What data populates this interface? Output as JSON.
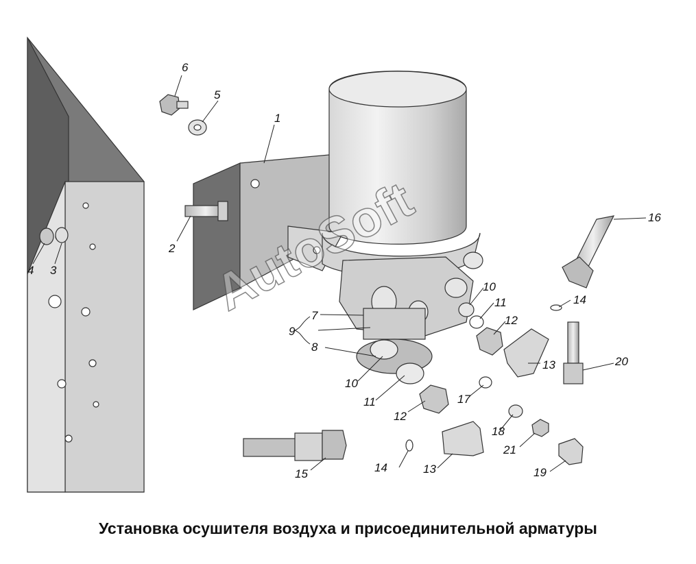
{
  "caption": "Установка осушителя воздуха и присоединительной арматуры",
  "watermark": "AutoSoft",
  "callouts": {
    "c1": "1",
    "c2": "2",
    "c3": "3",
    "c4": "4",
    "c5": "5",
    "c6": "6",
    "c7": "7",
    "c8": "8",
    "c9": "9",
    "c10a": "10",
    "c10b": "10",
    "c11a": "11",
    "c11b": "11",
    "c12a": "12",
    "c12b": "12",
    "c13a": "13",
    "c13b": "13",
    "c14a": "14",
    "c14b": "14",
    "c15": "15",
    "c16": "16",
    "c17": "17",
    "c18": "18",
    "c19": "19",
    "c20": "20",
    "c21": "21"
  },
  "colors": {
    "metal_light": "#ececec",
    "metal_mid": "#c9c9c9",
    "metal_dark": "#8a8a8a",
    "outline": "#333333"
  }
}
